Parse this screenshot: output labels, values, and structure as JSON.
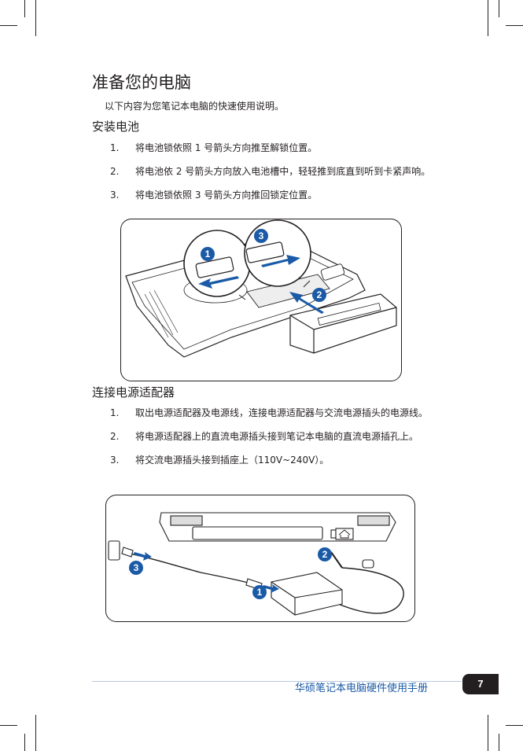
{
  "title": "准备您的电脑",
  "intro": "以下内容为您笔记本电脑的快速使用说明。",
  "battery_section": {
    "heading": "安装电池",
    "steps": [
      {
        "num": "1.",
        "text": "将电池锁依照 1 号箭头方向推至解锁位置。"
      },
      {
        "num": "2.",
        "text": "将电池依 2 号箭头方向放入电池槽中，轻轻推到底直到听到卡紧声响。"
      },
      {
        "num": "3.",
        "text": "将电池锁依照 3 号箭头方向推回锁定位置。"
      }
    ],
    "callouts": [
      "1",
      "2",
      "3"
    ]
  },
  "adapter_section": {
    "heading": "连接电源适配器",
    "steps": [
      {
        "num": "1.",
        "text": "取出电源适配器及电源线，连接电源适配器与交流电源插头的电源线。"
      },
      {
        "num": "2.",
        "text": "将电源适配器上的直流电源插头接到笔记本电脑的直流电源插孔上。"
      },
      {
        "num": "3.",
        "text": "将交流电源插头接到插座上（110V~240V）。"
      }
    ],
    "callouts": [
      "1",
      "2",
      "3"
    ]
  },
  "footer": {
    "manual_title": "华硕笔记本电脑硬件使用手册",
    "page_number": "7"
  },
  "colors": {
    "text": "#231f20",
    "accent_blue": "#1a5aa6",
    "footer_line": "#b8c7dd"
  }
}
